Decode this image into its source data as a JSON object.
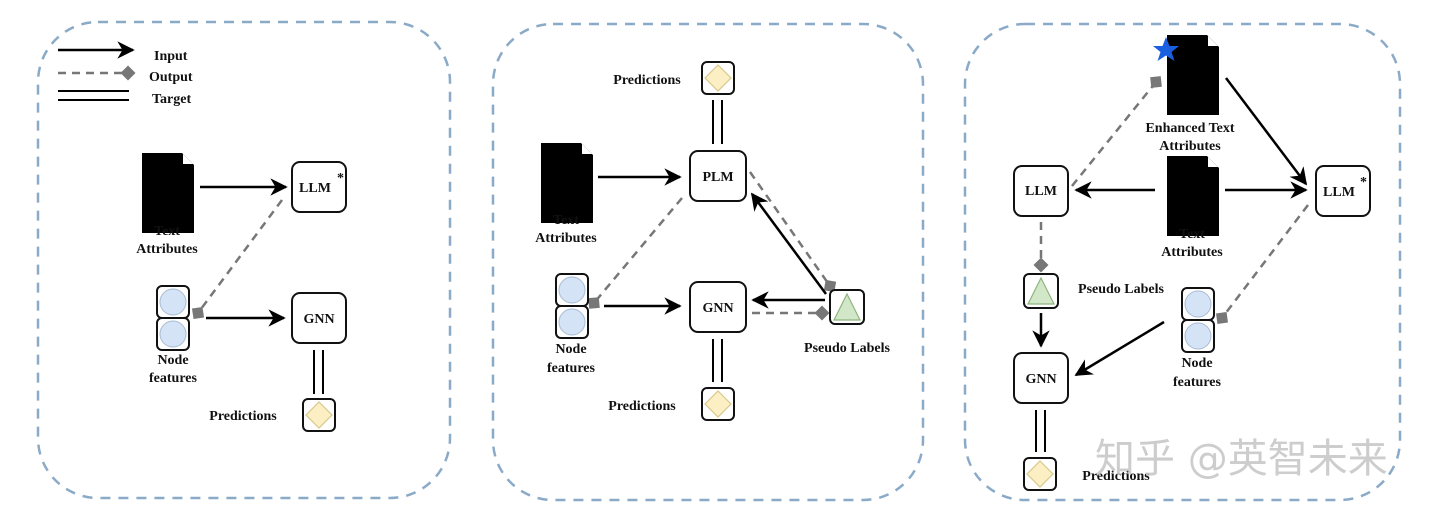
{
  "colors": {
    "panel_border": "#8aaac8",
    "arrow": "#000000",
    "output_dash": "#777777",
    "node_feature_fill": "#d4e3f5",
    "node_feature_stroke": "#a9bcd4",
    "prediction_fill": "#fcefc4",
    "prediction_stroke": "#d8c88a",
    "pseudo_fill": "#d2e6c8",
    "pseudo_stroke": "#8fb57e",
    "star": "#1a5fe0",
    "watermark": "#bdbdbd"
  },
  "legend": {
    "input": "Input",
    "output": "Output",
    "target": "Target"
  },
  "panels": [
    {
      "name": "llm-as-enhancer-finetune",
      "text_attributes": [
        "Text",
        "Attributes"
      ],
      "llm": "LLM",
      "llm_sup": "*",
      "node_features": [
        "Node",
        "features"
      ],
      "gnn": "GNN",
      "predictions": "Predictions"
    },
    {
      "name": "plm-gnn-pseudo-label",
      "predictions_top": "Predictions",
      "text_attributes": [
        "Text",
        "Attributes"
      ],
      "plm": "PLM",
      "node_features": [
        "Node",
        "features"
      ],
      "gnn": "GNN",
      "pseudo_labels": "Pseudo Labels",
      "predictions_bottom": "Predictions"
    },
    {
      "name": "llm-enhanced-text",
      "enhanced_text": [
        "Enhanced Text",
        "Attributes"
      ],
      "llm_left": "LLM",
      "text_attributes": [
        "Text",
        "Attributes"
      ],
      "llm_right": "LLM",
      "llm_right_sup": "*",
      "pseudo_labels": "Pseudo Labels",
      "node_features": [
        "Node",
        "features"
      ],
      "gnn": "GNN",
      "predictions": "Predictions"
    }
  ],
  "watermark": "知乎 @英智未来"
}
